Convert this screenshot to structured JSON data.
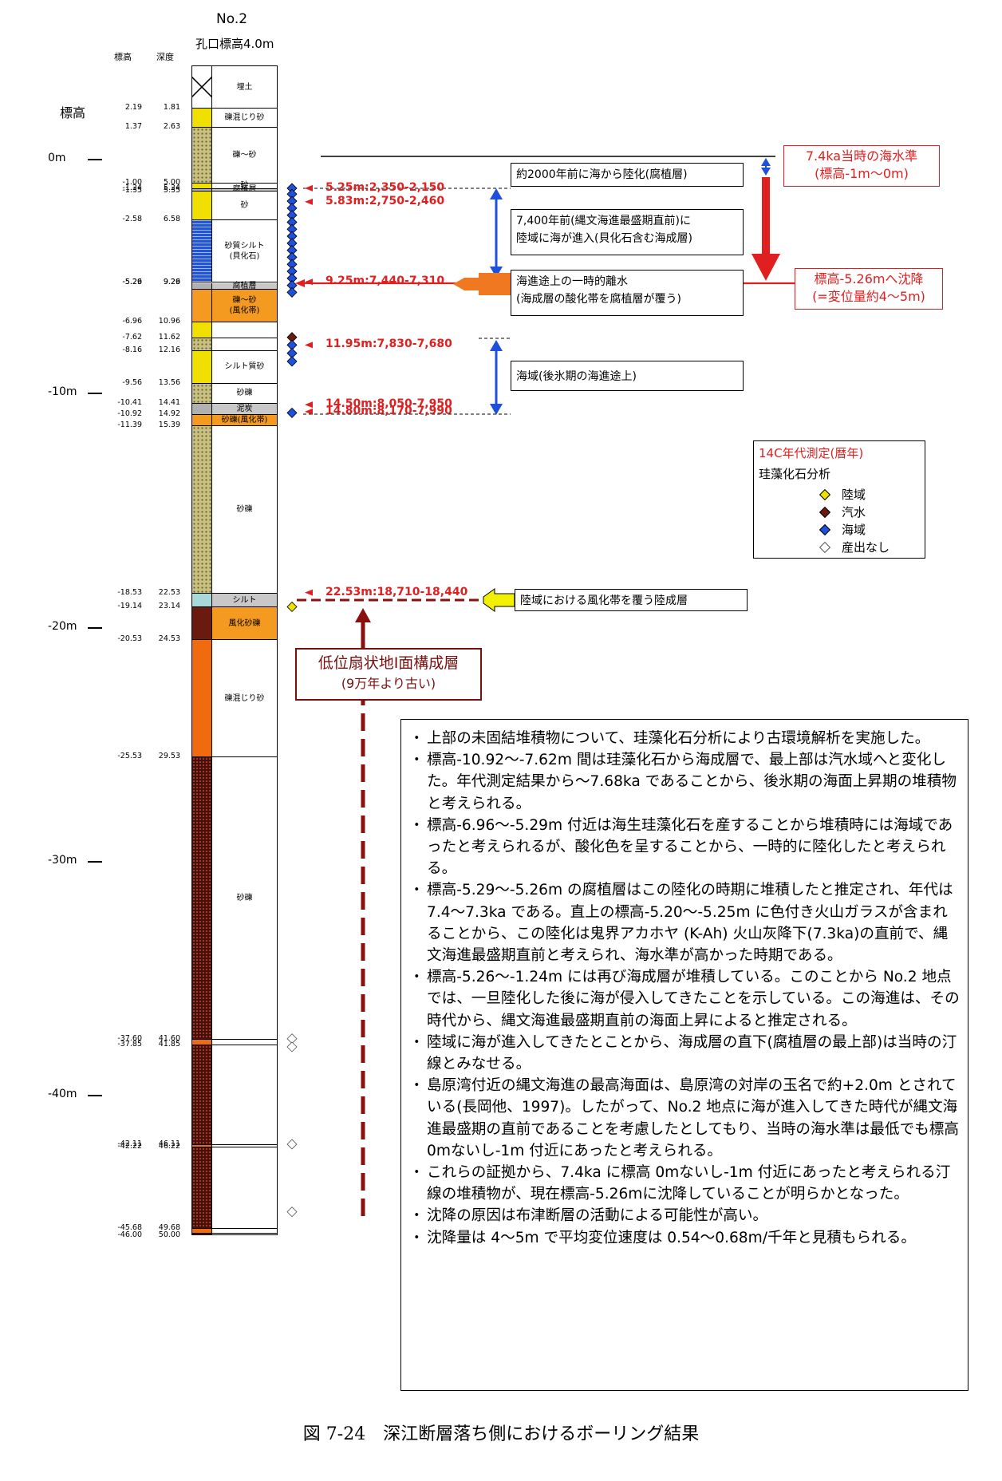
{
  "header": {
    "borehole": "No.2",
    "collar_elevation": "孔口標高4.0m",
    "col_elev": "標高",
    "col_depth": "深度",
    "elev_axis_label": "標高"
  },
  "elevation_axis": [
    {
      "label": "0m",
      "value": 0
    },
    {
      "label": "-10m",
      "value": -10
    },
    {
      "label": "-20m",
      "value": -20
    },
    {
      "label": "-30m",
      "value": -30
    },
    {
      "label": "-40m",
      "value": -40
    }
  ],
  "boundaries": [
    {
      "elev": "2.19",
      "depth": "1.81"
    },
    {
      "elev": "1.37",
      "depth": "2.63"
    },
    {
      "elev": "-1.00",
      "depth": "5.00"
    },
    {
      "elev": "-1.24",
      "depth": "5.24"
    },
    {
      "elev": "-1.35",
      "depth": "5.35"
    },
    {
      "elev": "-2.58",
      "depth": "6.58"
    },
    {
      "elev": "-5.26",
      "depth": "9.26"
    },
    {
      "elev": "-5.29",
      "depth": "9.29"
    },
    {
      "elev": "-6.96",
      "depth": "10.96"
    },
    {
      "elev": "-7.62",
      "depth": "11.62"
    },
    {
      "elev": "-8.16",
      "depth": "12.16"
    },
    {
      "elev": "-9.56",
      "depth": "13.56"
    },
    {
      "elev": "-10.41",
      "depth": "14.41"
    },
    {
      "elev": "-10.92",
      "depth": "14.92"
    },
    {
      "elev": "-11.39",
      "depth": "15.39"
    },
    {
      "elev": "-18.53",
      "depth": "22.53"
    },
    {
      "elev": "-19.14",
      "depth": "23.14"
    },
    {
      "elev": "-20.53",
      "depth": "24.53"
    },
    {
      "elev": "-25.53",
      "depth": "29.53"
    },
    {
      "elev": "-37.60",
      "depth": "41.60"
    },
    {
      "elev": "-37.85",
      "depth": "41.85"
    },
    {
      "elev": "-42.11",
      "depth": "46.11"
    },
    {
      "elev": "-42.22",
      "depth": "46.22"
    },
    {
      "elev": "-45.68",
      "depth": "49.68"
    },
    {
      "elev": "-46.00",
      "depth": "50.00"
    }
  ],
  "layers": [
    {
      "top": 0.0,
      "bottom": 1.81,
      "name": "埋土",
      "fill": "fill"
    },
    {
      "top": 1.81,
      "bottom": 2.63,
      "name": "礫混じり砂",
      "fill": "#f0e000"
    },
    {
      "top": 2.63,
      "bottom": 5.0,
      "name": "礫～砂",
      "fill": "#c8c080"
    },
    {
      "top": 5.0,
      "bottom": 5.24,
      "name": "砂",
      "fill": "#f0e000"
    },
    {
      "top": 5.24,
      "bottom": 5.35,
      "name": "腐植層",
      "fill": "#b0b0b0"
    },
    {
      "top": 5.35,
      "bottom": 6.58,
      "name": "砂",
      "fill": "#f0e000"
    },
    {
      "top": 6.58,
      "bottom": 9.26,
      "name": "砂質シルト\n(貝化石)",
      "fill": "#2255dd"
    },
    {
      "top": 9.26,
      "bottom": 9.29,
      "name": "",
      "fill": "#b0b0b0"
    },
    {
      "top": 9.29,
      "bottom": 9.55,
      "name": "腐植層",
      "fill": "#b0b0b0"
    },
    {
      "top": 9.55,
      "bottom": 10.96,
      "name": "礫～砂\n(風化帯)",
      "fill": "#f59a20"
    },
    {
      "top": 10.96,
      "bottom": 11.62,
      "name": "",
      "fill": "#f0e000"
    },
    {
      "top": 11.62,
      "bottom": 12.16,
      "name": "",
      "fill": "#c8c080"
    },
    {
      "top": 12.16,
      "bottom": 13.56,
      "name": "シルト質砂",
      "fill": "#f0e000"
    },
    {
      "top": 13.56,
      "bottom": 14.41,
      "name": "砂礫",
      "fill": "#c8c080"
    },
    {
      "top": 14.41,
      "bottom": 14.92,
      "name": "泥炭",
      "fill": "#b0b0b0"
    },
    {
      "top": 14.92,
      "bottom": 15.39,
      "name": "砂礫(風化帯)",
      "fill": "#f59a20"
    },
    {
      "top": 15.39,
      "bottom": 22.53,
      "name": "砂礫",
      "fill": "#c8c080"
    },
    {
      "top": 22.53,
      "bottom": 23.14,
      "name": "シルト",
      "fill": "#a8d8d8"
    },
    {
      "top": 23.14,
      "bottom": 24.53,
      "name": "風化砂礫",
      "fill": "#6b1a10"
    },
    {
      "top": 24.53,
      "bottom": 29.53,
      "name": "礫混じり砂",
      "fill": "#f06a10"
    },
    {
      "top": 29.53,
      "bottom": 41.6,
      "name": "砂礫",
      "fill": "#4a0f08"
    },
    {
      "top": 41.6,
      "bottom": 41.85,
      "name": "",
      "fill": "#f06a10"
    },
    {
      "top": 41.85,
      "bottom": 46.11,
      "name": "",
      "fill": "#4a0f08"
    },
    {
      "top": 46.11,
      "bottom": 46.22,
      "name": "",
      "fill": "#f06a10"
    },
    {
      "top": 46.22,
      "bottom": 49.68,
      "name": "",
      "fill": "#4a0f08"
    },
    {
      "top": 49.68,
      "bottom": 49.9,
      "name": "",
      "fill": "#f06a10"
    },
    {
      "top": 49.9,
      "bottom": 50.0,
      "name": "",
      "fill": "#4a0f08"
    }
  ],
  "dates": [
    {
      "depth": 5.25,
      "label": "5.25m:2,350-2,150"
    },
    {
      "depth": 5.83,
      "label": "5.83m:2,750-2,460"
    },
    {
      "depth": 9.25,
      "label": "9.25m:7,440-7,310"
    },
    {
      "depth": 11.95,
      "label": "11.95m:7,830-7,680"
    },
    {
      "depth": 14.5,
      "label": "14.50m:8,050-7,950"
    },
    {
      "depth": 14.8,
      "label": "14.80m:8,170-7,990"
    },
    {
      "depth": 22.53,
      "label": "22.53m:18,710-18,440"
    }
  ],
  "diatoms": [
    {
      "depth": 5.25,
      "type": "marine"
    },
    {
      "depth": 5.5,
      "type": "marine"
    },
    {
      "depth": 5.8,
      "type": "marine"
    },
    {
      "depth": 6.1,
      "type": "marine"
    },
    {
      "depth": 6.4,
      "type": "marine"
    },
    {
      "depth": 6.7,
      "type": "marine"
    },
    {
      "depth": 7.0,
      "type": "marine"
    },
    {
      "depth": 7.3,
      "type": "marine"
    },
    {
      "depth": 7.6,
      "type": "marine"
    },
    {
      "depth": 7.9,
      "type": "marine"
    },
    {
      "depth": 8.2,
      "type": "marine"
    },
    {
      "depth": 8.5,
      "type": "marine"
    },
    {
      "depth": 8.8,
      "type": "marine"
    },
    {
      "depth": 9.1,
      "type": "marine"
    },
    {
      "depth": 9.4,
      "type": "marine"
    },
    {
      "depth": 9.7,
      "type": "marine"
    },
    {
      "depth": 11.62,
      "type": "brackish"
    },
    {
      "depth": 11.95,
      "type": "marine"
    },
    {
      "depth": 12.3,
      "type": "marine"
    },
    {
      "depth": 12.65,
      "type": "marine"
    },
    {
      "depth": 14.85,
      "type": "marine"
    },
    {
      "depth": 23.14,
      "type": "land"
    },
    {
      "depth": 41.6,
      "type": "none"
    },
    {
      "depth": 41.95,
      "type": "none"
    },
    {
      "depth": 46.11,
      "type": "none"
    },
    {
      "depth": 49.0,
      "type": "none"
    }
  ],
  "events": {
    "e1": "約2000年前に海から陸化(腐植層)",
    "e2_line1": "7,400年前(縄文海進最盛期直前)に",
    "e2_line2": "陸域に海が進入(貝化石含む海成層)",
    "e3_line1": "海進途上の一時的離水",
    "e3_line2": "(海成層の酸化帯を腐植層が覆う)",
    "e4": "海域(後氷期の海進途上)",
    "e5": "陸域における風化帯を覆う陸成層"
  },
  "red_boxes": {
    "sea_level_line1": "7.4ka当時の海水準",
    "sea_level_line2": "(標高-1m～0m)",
    "subsided_line1": "標高-5.26mへ沈降",
    "subsided_line2": "(=変位量約4～5m)"
  },
  "fan_box": {
    "line1": "低位扇状地Ⅰ面構成層",
    "line2": "(9万年より古い)"
  },
  "legend": {
    "title": "14C年代測定(暦年)",
    "subtitle": "珪藻化石分析",
    "items": [
      {
        "label": "陸域",
        "color": "#f0e000",
        "key": "land"
      },
      {
        "label": "汽水",
        "color": "#6b1a10",
        "key": "brackish"
      },
      {
        "label": "海域",
        "color": "#1e50dc",
        "key": "marine"
      },
      {
        "label": "産出なし",
        "color": "#ffffff",
        "key": "none"
      }
    ]
  },
  "notes": [
    "上部の未固結堆積物について、珪藻化石分析により古環境解析を実施した。",
    "標高-10.92～-7.62m 間は珪藻化石から海成層で、最上部は汽水域へと変化した。年代測定結果から～7.68ka であることから、後氷期の海面上昇期の堆積物と考えられる。",
    "標高-6.96～-5.29m 付近は海生珪藻化石を産することから堆積時には海域であったと考えられるが、酸化色を呈することから、一時的に陸化したと考えられる。",
    "標高-5.29～-5.26m の腐植層はこの陸化の時期に堆積したと推定され、年代は 7.4～7.3ka である。直上の標高-5.20～-5.25m に色付き火山ガラスが含まれることから、この陸化は鬼界アカホヤ (K-Ah) 火山灰降下(7.3ka)の直前で、縄文海進最盛期直前と考えられ、海水準が高かった時期である。",
    "標高-5.26～-1.24m には再び海成層が堆積している。このことから No.2 地点では、一旦陸化した後に海が侵入してきたことを示している。この海進は、その時代から、縄文海進最盛期直前の海面上昇によると推定される。",
    "陸域に海が進入してきたとことから、海成層の直下(腐植層の最上部)は当時の汀線とみなせる。",
    "島原湾付近の縄文海進の最高海面は、島原湾の対岸の玉名で約+2.0m とされている(長岡他、1997)。したがって、No.2 地点に海が進入してきた時代が縄文海進最盛期の直前であることを考慮したとしてもり、当時の海水準は最低でも標高 0mないし-1m 付近にあったと考えられる。",
    "これらの証拠から、7.4ka に標高 0mないし-1m 付近にあったと考えられる汀線の堆積物が、現在標高-5.26mに沈降していることが明らかとなった。",
    "沈降の原因は布津断層の活動による可能性が高い。",
    "沈降量は 4～5m で平均変位速度は 0.54～0.68m/千年と見積もられる。"
  ],
  "caption": "図 7-24　深江断層落ち側におけるボーリング結果"
}
